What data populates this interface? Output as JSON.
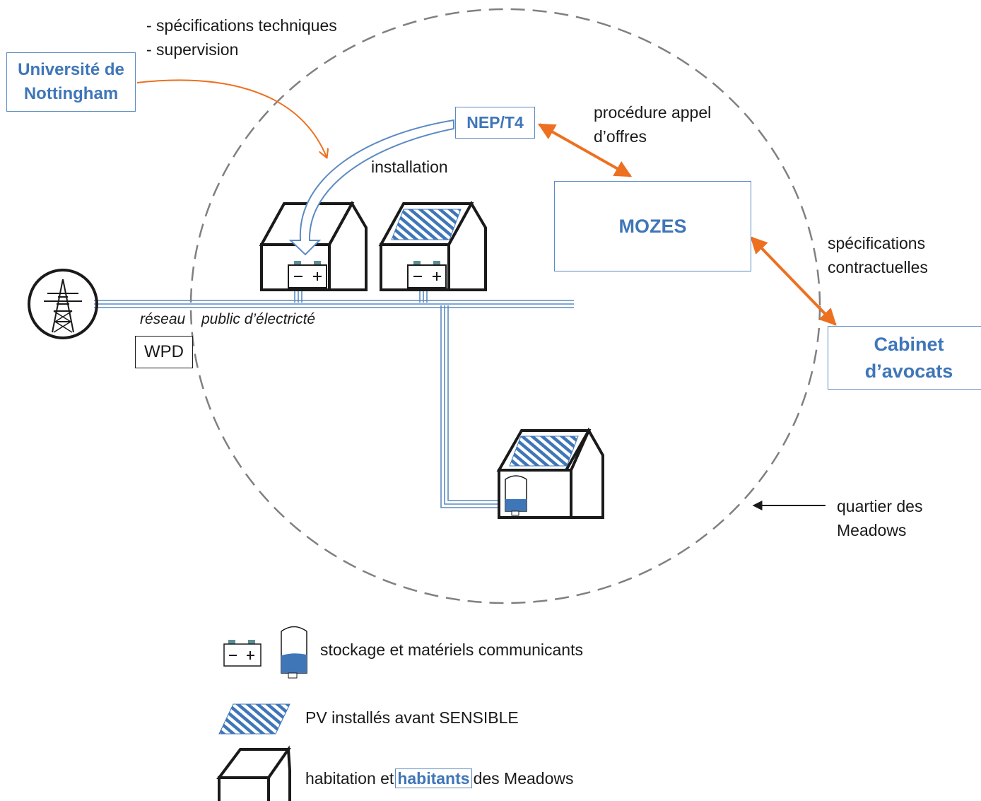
{
  "nodes": {
    "universite": {
      "line1": "Université de",
      "line2": "Nottingham"
    },
    "nep": "NEP/T4",
    "mozes": "MOZES",
    "cabinet": {
      "line1": "Cabinet",
      "line2": "d’avocats"
    },
    "wpd": "WPD"
  },
  "labels": {
    "uni_tasks": [
      "- spécifications techniques",
      "- supervision"
    ],
    "installation": "installation",
    "procedure": [
      "procédure appel",
      "d’offres"
    ],
    "specs_contract": [
      "spécifications",
      "contractuelles"
    ],
    "quartier": [
      "quartier des",
      "Meadows"
    ],
    "reseau_a": "réseau",
    "reseau_b": "public d’électricté"
  },
  "legend": {
    "storage": "stockage et matériels communicants",
    "pv": "PV installés avant SENSIBLE",
    "habitation_pre": "habitation et",
    "habitation_hl": "habitants",
    "habitation_post": "des Meadows"
  },
  "colors": {
    "accent_blue": "#3f76b8",
    "arrow_orange": "#ed7020",
    "circle_gray": "#808080",
    "network_blue": "#5b8ac2"
  }
}
